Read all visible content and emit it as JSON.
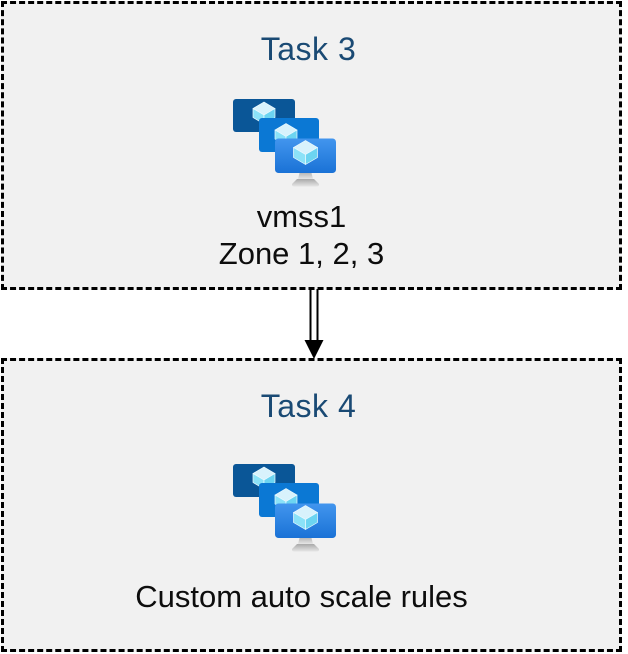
{
  "diagram": {
    "boxes": [
      {
        "title": "Task 3",
        "icon": "vmss-icon",
        "lines": [
          "vmss1",
          "Zone 1, 2, 3"
        ]
      },
      {
        "title": "Task 4",
        "icon": "vmss-icon",
        "lines": [
          "Custom auto scale rules"
        ]
      }
    ],
    "arrow": {
      "icon": "double-line-down-arrow-icon",
      "direction": "down",
      "from": "Task 3",
      "to": "Task 4"
    },
    "colors": {
      "title": "#1A4A74",
      "body_text": "#0D0D0D",
      "box_fill": "#F1F1F1",
      "box_border": "#000000",
      "monitor_back": "#0A5697",
      "monitor_middle": "#0B78D4",
      "monitor_front_top": "#4295EE",
      "monitor_front_bottom": "#1A72D6",
      "cube_top": "#D8F2FC",
      "cube_left": "#8BE2F8",
      "cube_right": "#6CD4F1",
      "stand_light": "#E6E6E6",
      "stand_dark": "#A9A9A9",
      "arrow": "#000000"
    }
  }
}
